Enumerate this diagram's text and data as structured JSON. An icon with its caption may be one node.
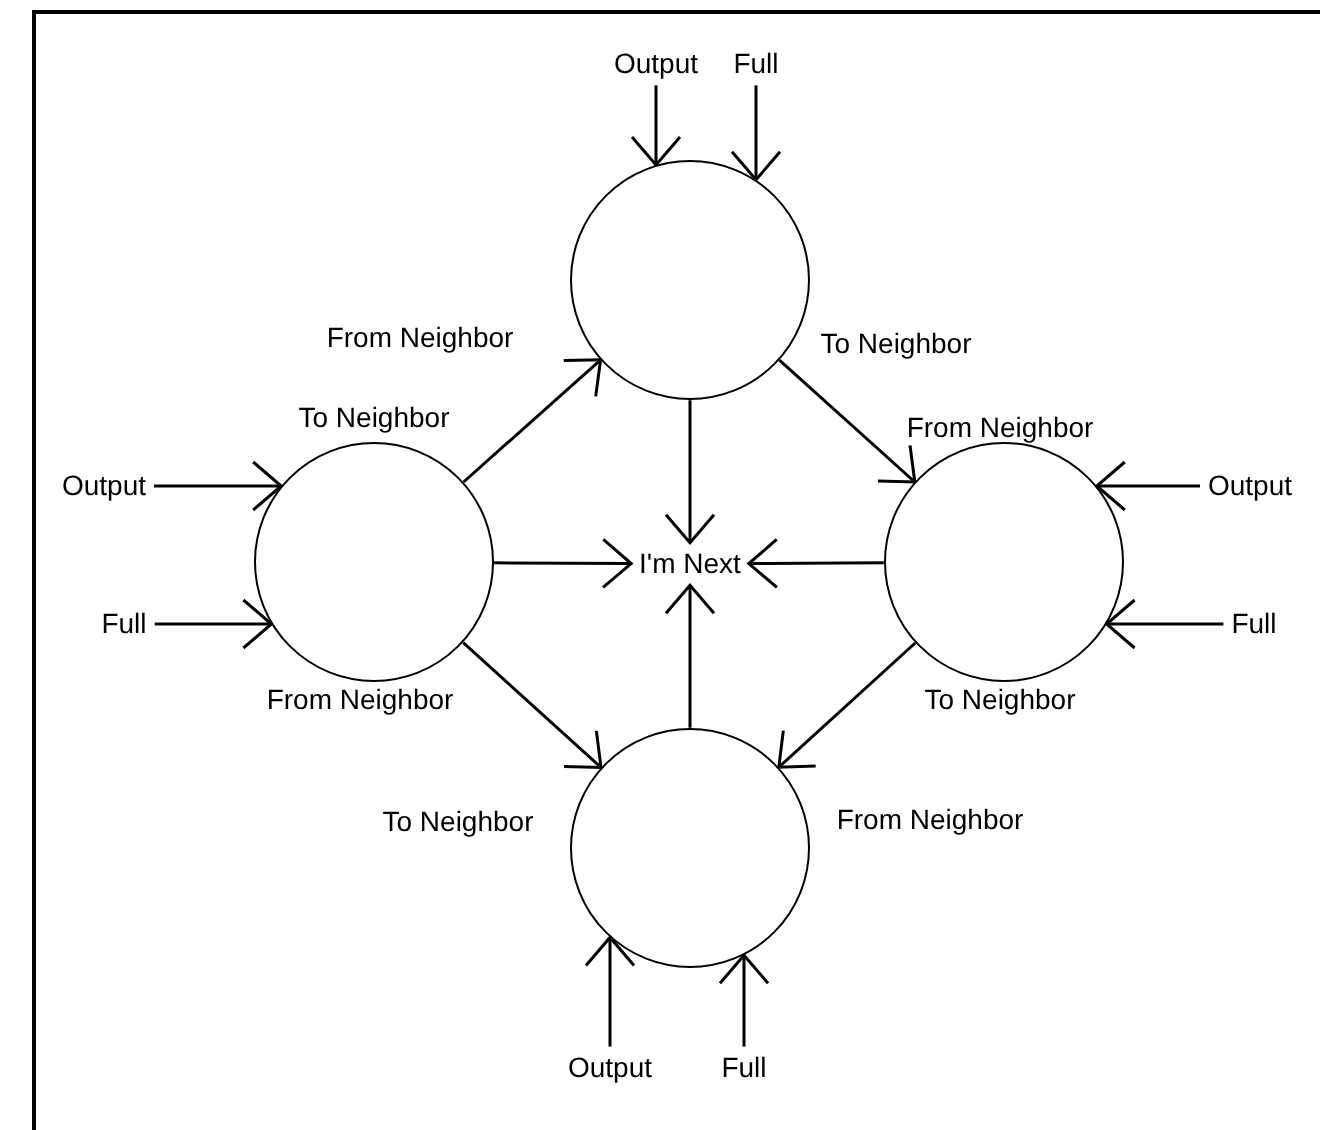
{
  "diagram": {
    "nodes": [
      {
        "text": [
          "Output"
        ]
      },
      {
        "text": [
          "Full"
        ]
      },
      {
        "text": [],
        "shape": "circle",
        "beside": [
          "From Neighbor",
          "To Neighbor"
        ]
      },
      {
        "text": [
          "Output"
        ]
      },
      {
        "text": [],
        "shape": "circle",
        "beside": [
          "To Neighbor",
          "From Neighbor"
        ]
      },
      {
        "text": [],
        "shape": "circle",
        "beside": [
          "From Neighbor",
          "To Neighbor"
        ]
      },
      {
        "text": [
          "Output"
        ]
      },
      {
        "text": [
          "I'm Next"
        ]
      },
      {
        "text": [
          "Full"
        ]
      },
      {
        "text": [
          "Full"
        ]
      },
      {
        "text": [],
        "shape": "circle",
        "beside": [
          "To Neighbor",
          "From Neighbor"
        ]
      },
      {
        "text": [
          "Output"
        ]
      },
      {
        "text": [
          "Full"
        ]
      }
    ],
    "edges": [
      {
        "from": 0,
        "to": 2,
        "arrow": "to"
      },
      {
        "from": 1,
        "to": 2,
        "arrow": "to"
      },
      {
        "from": 3,
        "to": 4,
        "arrow": "to"
      },
      {
        "from": 8,
        "to": 4,
        "arrow": "to"
      },
      {
        "from": 6,
        "to": 5,
        "arrow": "to"
      },
      {
        "from": 9,
        "to": 5,
        "arrow": "to"
      },
      {
        "from": 11,
        "to": 10,
        "arrow": "to"
      },
      {
        "from": 12,
        "to": 10,
        "arrow": "to"
      },
      {
        "from": 2,
        "to": 7,
        "arrow": "to"
      },
      {
        "from": 4,
        "to": 7,
        "arrow": "to"
      },
      {
        "from": 5,
        "to": 7,
        "arrow": "to"
      },
      {
        "from": 10,
        "to": 7,
        "arrow": "to"
      },
      {
        "from": 4,
        "to": 2,
        "arrow": "to"
      },
      {
        "from": 2,
        "to": 5,
        "arrow": "to"
      },
      {
        "from": 5,
        "to": 10,
        "arrow": "to"
      },
      {
        "from": 4,
        "to": 10,
        "arrow": "to"
      }
    ]
  }
}
